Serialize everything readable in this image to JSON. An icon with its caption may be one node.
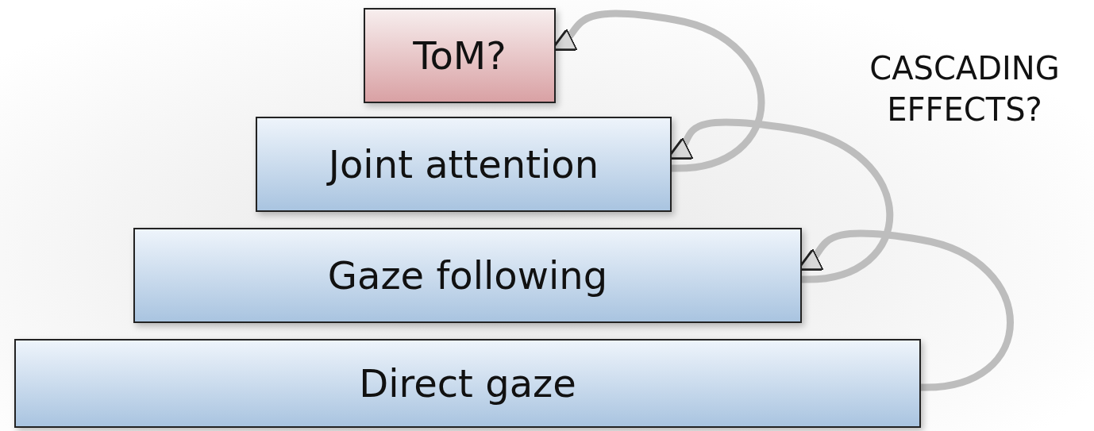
{
  "diagram": {
    "nodes": [
      {
        "text": [
          "ToM?"
        ]
      },
      {
        "text": [
          "Joint attention"
        ]
      },
      {
        "text": [
          "Gaze following"
        ]
      },
      {
        "text": [
          "Direct gaze"
        ]
      }
    ],
    "edges": [
      {
        "from": 3,
        "to": 2,
        "arrow": "to"
      },
      {
        "from": 2,
        "to": 1,
        "arrow": "to"
      },
      {
        "from": 1,
        "to": 0,
        "arrow": "to"
      }
    ],
    "labels": [
      "CASCADING EFFECTS?"
    ]
  }
}
